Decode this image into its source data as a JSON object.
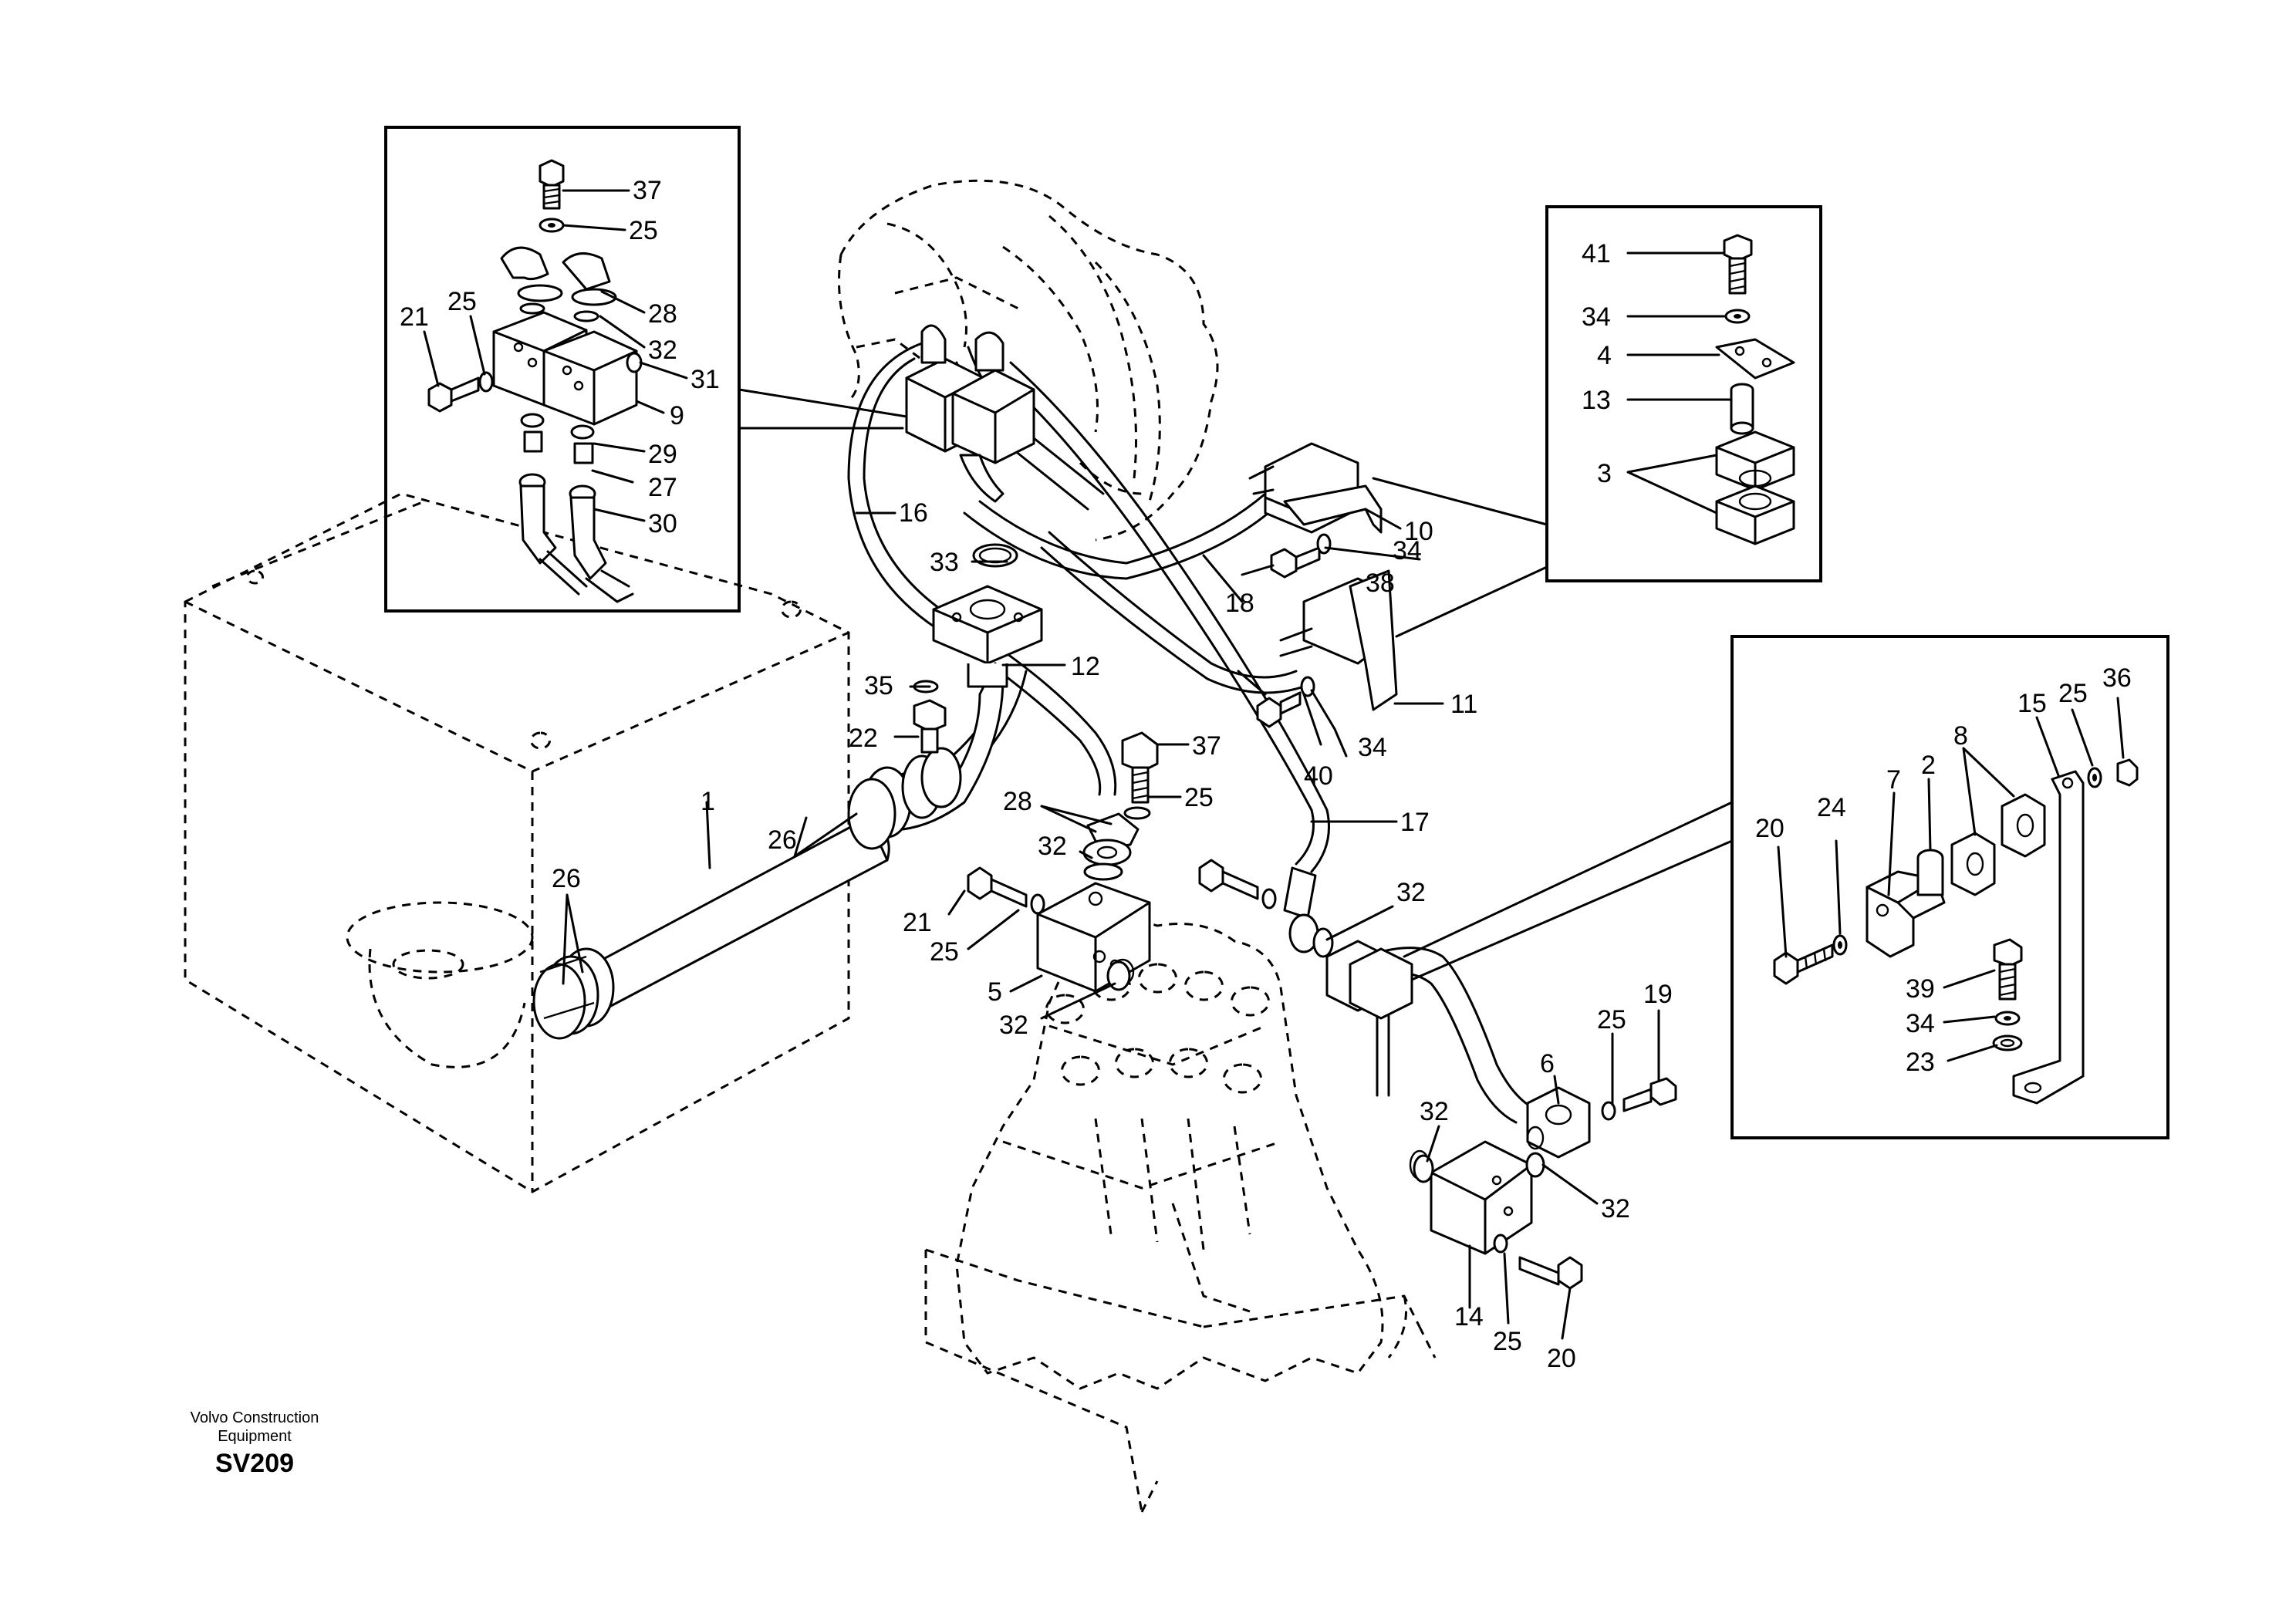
{
  "footer": {
    "brand_line1": "Volvo Construction",
    "brand_line2": "Equipment",
    "drawing_code": "SV209"
  },
  "callouts": {
    "c1": "1",
    "c2": "2",
    "c3": "3",
    "c4": "4",
    "c5": "5",
    "c6": "6",
    "c7": "7",
    "c8": "8",
    "c9": "9",
    "c10": "10",
    "c11": "11",
    "c12": "12",
    "c13": "13",
    "c14": "14",
    "c15": "15",
    "c16": "16",
    "c17": "17",
    "c18": "18",
    "c19": "19",
    "c20": "20",
    "c21": "21",
    "c22": "22",
    "c23": "23",
    "c24": "24",
    "c25": "25",
    "c26": "26",
    "c27": "27",
    "c28": "28",
    "c29": "29",
    "c30": "30",
    "c31": "31",
    "c32": "32",
    "c33": "33",
    "c34": "34",
    "c35": "35",
    "c36": "36",
    "c37": "37",
    "c38": "38",
    "c39": "39",
    "c40": "40",
    "c41": "41"
  }
}
